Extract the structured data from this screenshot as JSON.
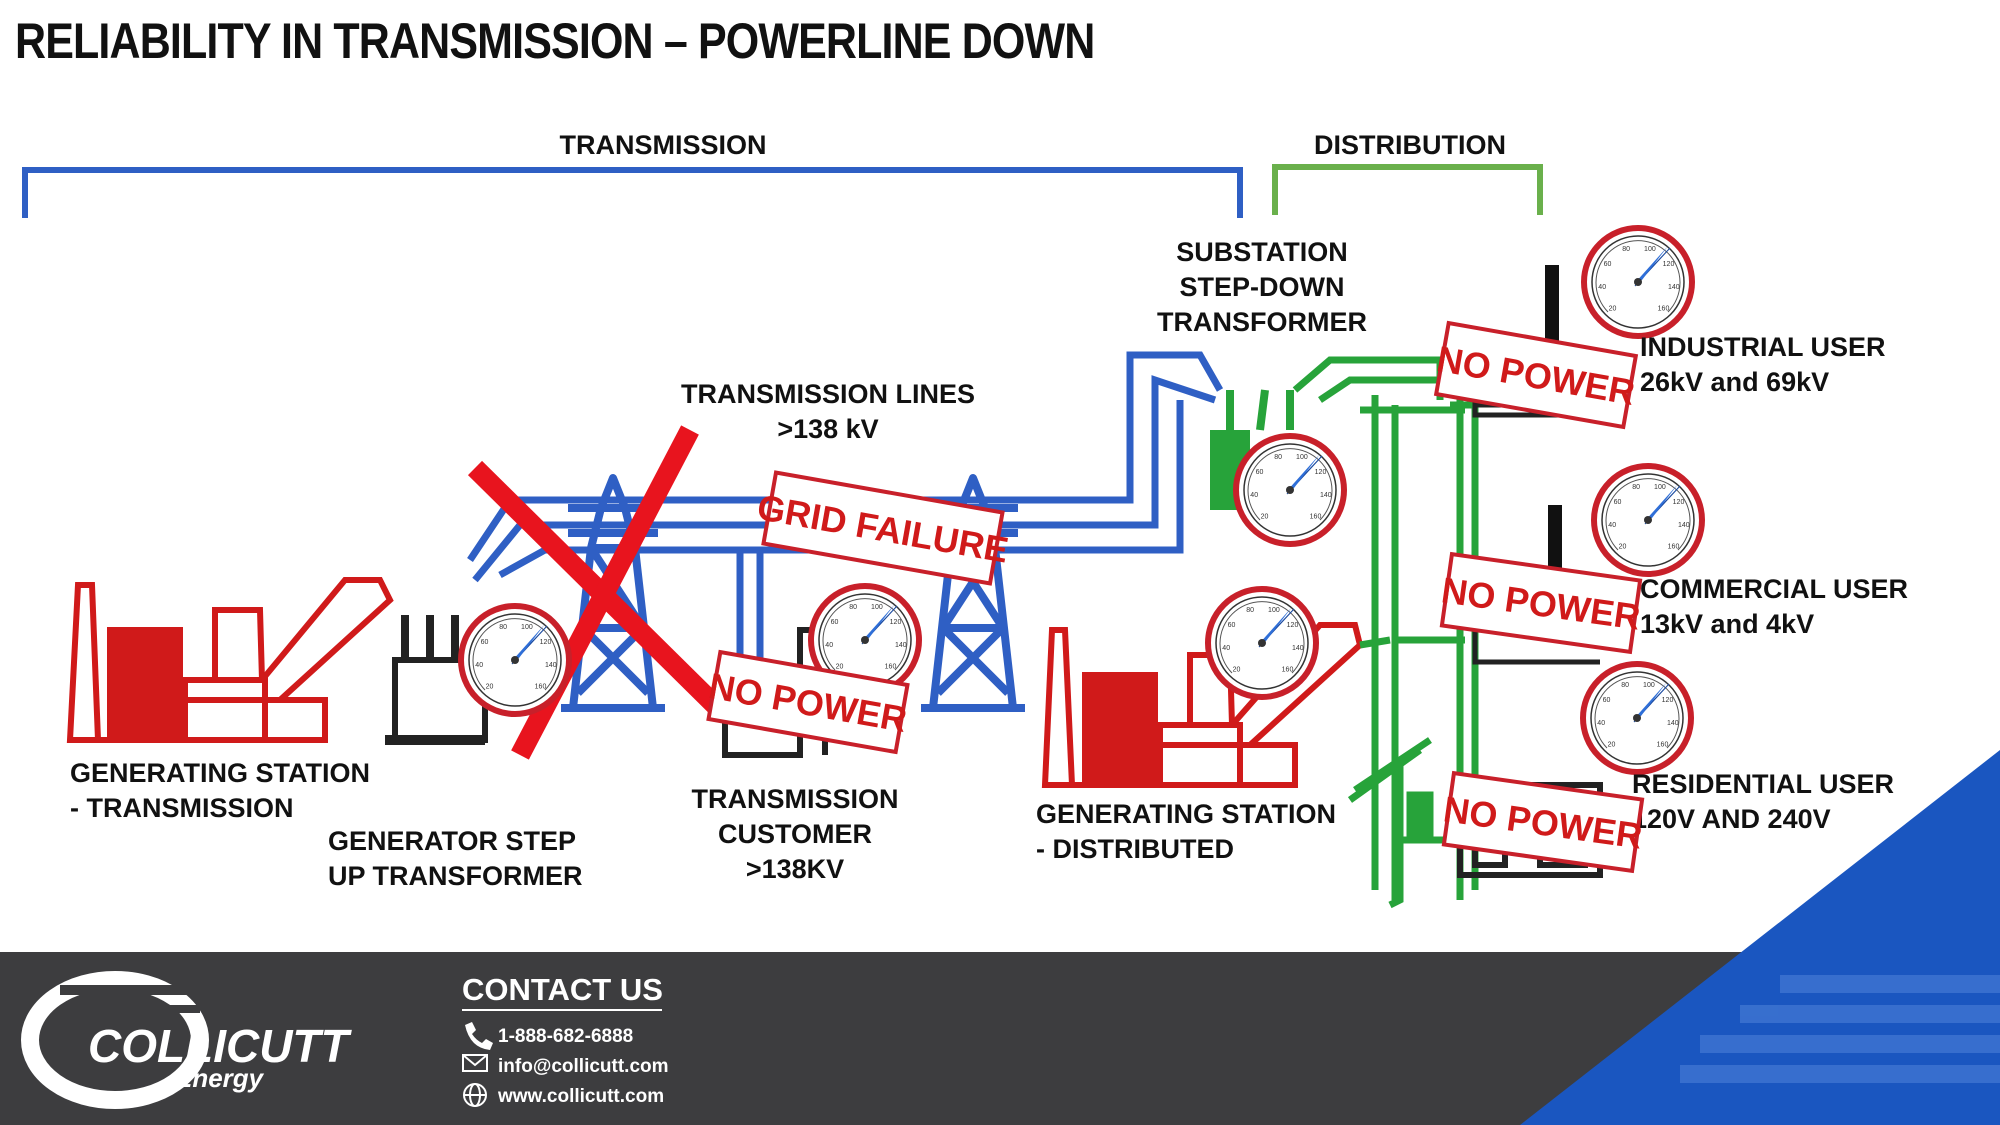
{
  "title": "RELIABILITY IN TRANSMISSION – POWERLINE DOWN",
  "sections": {
    "transmission": "TRANSMISSION",
    "distribution": "DISTRIBUTION"
  },
  "labels": {
    "gen_station_transmission": [
      "GENERATING STATION",
      "- TRANSMISSION"
    ],
    "gen_step_up": [
      "GENERATOR STEP",
      "UP TRANSFORMER"
    ],
    "transmission_lines": [
      "TRANSMISSION LINES",
      ">138 kV"
    ],
    "transmission_customer": [
      "TRANSMISSION",
      "CUSTOMER",
      ">138KV"
    ],
    "gen_station_distributed": [
      "GENERATING STATION",
      "- DISTRIBUTED"
    ],
    "substation": [
      "SUBSTATION",
      "STEP-DOWN",
      "TRANSFORMER"
    ],
    "industrial_user": [
      "INDUSTRIAL USER",
      "26kV and 69kV"
    ],
    "commercial_user": [
      "COMMERCIAL USER",
      "13kV and 4kV"
    ],
    "residential_user": [
      "RESIDENTIAL USER",
      "120V AND 240V"
    ]
  },
  "stamps": {
    "grid_failure": "GRID FAILURE",
    "no_power": "NO POWER"
  },
  "gauge_ticks": [
    "20",
    "40",
    "60",
    "80",
    "100",
    "120",
    "140",
    "160"
  ],
  "footer": {
    "contact_heading": "CONTACT US",
    "phone": "1-888-682-6888",
    "email": "info@collicutt.com",
    "website": "www.collicutt.com",
    "brand_name": "COLLICUTT",
    "brand_sub": "Energy"
  },
  "colors": {
    "transmission": "#2f5fc4",
    "distribution": "#27a33a",
    "generation": "#d01a1a",
    "stamp": "#d01a1a",
    "footer_bg": "#3d3d3f",
    "accent_blue": "#1a56c0"
  }
}
